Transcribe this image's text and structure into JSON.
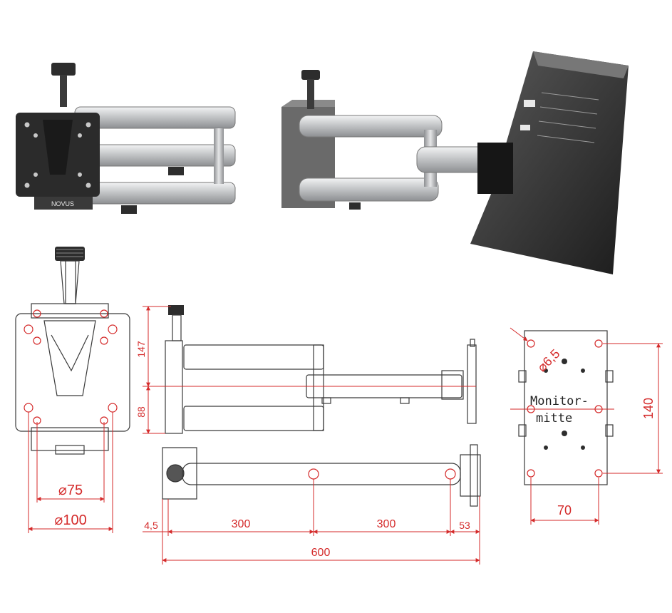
{
  "product": {
    "brand_label": "NOVUS"
  },
  "mount_plate": {
    "dims": [
      "⌀75",
      "⌀100"
    ]
  },
  "side_view": {
    "height_dims": [
      "147",
      "88"
    ]
  },
  "plan_view": {
    "dims": [
      "4,5",
      "300",
      "300",
      "53",
      "600"
    ]
  },
  "adapter_plate": {
    "hole_dim": "⌀6,5",
    "center_label_line1": "Monitor-",
    "center_label_line2": "mitte",
    "height_dim": "140",
    "width_dim": "70"
  },
  "colors": {
    "dimension": "#d42a2a",
    "drawing": "#3a3a3a",
    "arm_silver": "#c9cbcd",
    "plate_black": "#2b2b2b"
  }
}
